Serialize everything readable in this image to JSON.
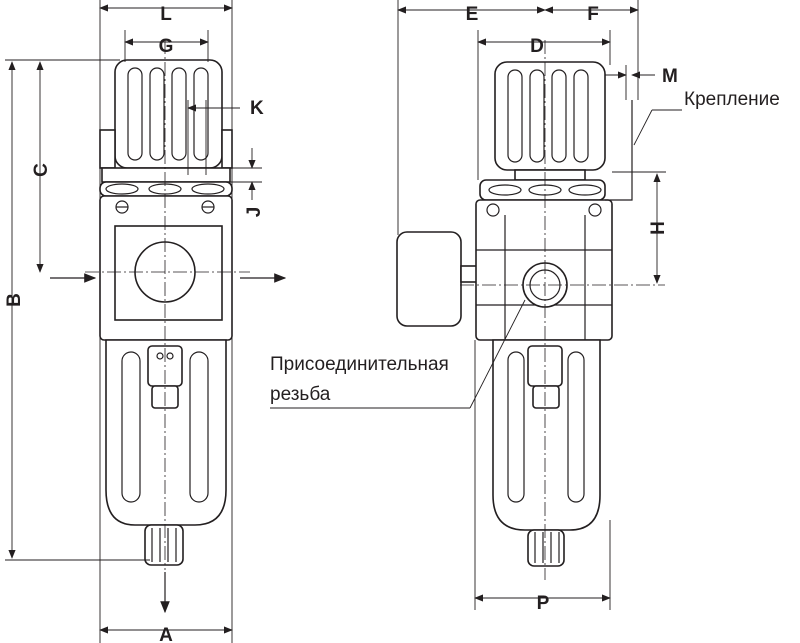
{
  "labels": {
    "L": "L",
    "G": "G",
    "K": "K",
    "C": "C",
    "J": "J",
    "B": "B",
    "A": "A",
    "E": "E",
    "F": "F",
    "D": "D",
    "M": "M",
    "H": "H",
    "P": "P"
  },
  "annotations": {
    "mount": "Крепление",
    "thread_line1": "Присоединительная",
    "thread_line2": "резьба"
  }
}
